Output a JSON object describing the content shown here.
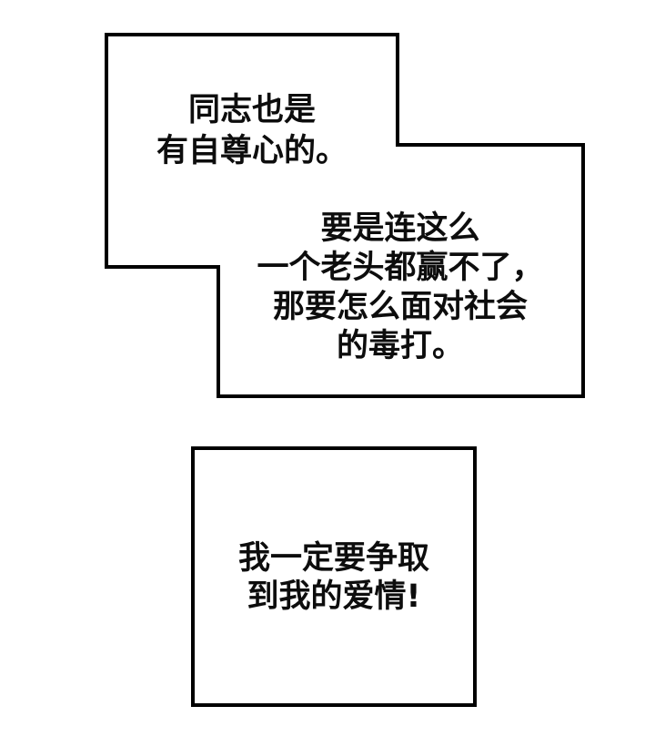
{
  "page": {
    "background_color": "#ffffff",
    "bubble_fill": "#ffffff",
    "bubble_border_color": "#000000",
    "text_color": "#0d0d0d"
  },
  "bubbles": {
    "top": {
      "text1": {
        "line1": "同志也是",
        "line2": "有自尊心的。"
      },
      "text2": {
        "line1": "要是连这么",
        "line2": "一个老头都赢不了，",
        "line3": "那要怎么面对社会",
        "line4": "的毒打。"
      }
    },
    "bottom": {
      "text": {
        "line1": "我一定要争取",
        "line2": "到我的爱情!"
      }
    }
  }
}
